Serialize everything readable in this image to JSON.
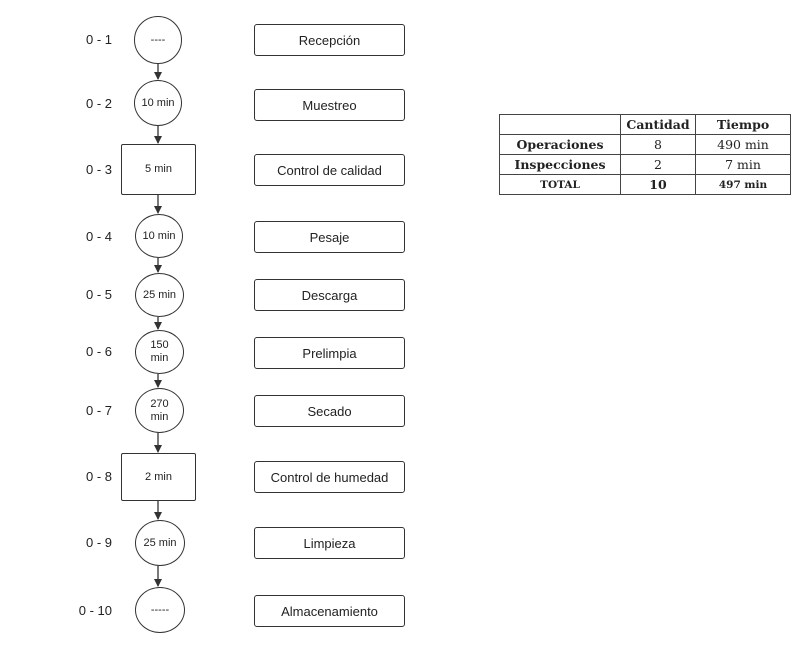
{
  "steps": [
    {
      "code": "0 - 1",
      "time": "----",
      "name": "Recepción",
      "shape": "circle"
    },
    {
      "code": "0 - 2",
      "time": "10 min",
      "name": "Muestreo",
      "shape": "circle"
    },
    {
      "code": "0 - 3",
      "time": "5 min",
      "name": "Control de calidad",
      "shape": "square"
    },
    {
      "code": "0 - 4",
      "time": "10 min",
      "name": "Pesaje",
      "shape": "circle"
    },
    {
      "code": "0 - 5",
      "time": "25 min",
      "name": "Descarga",
      "shape": "circle"
    },
    {
      "code": "0 - 6",
      "time": "150 min",
      "name": "Prelimpia",
      "shape": "circle"
    },
    {
      "code": "0 - 7",
      "time": "270 min",
      "name": "Secado",
      "shape": "circle"
    },
    {
      "code": "0 - 8",
      "time": "2 min",
      "name": "Control de humedad",
      "shape": "square"
    },
    {
      "code": "0 - 9",
      "time": "25 min",
      "name": "Limpieza",
      "shape": "circle"
    },
    {
      "code": "0 - 10",
      "time": "-----",
      "name": "Almacenamiento",
      "shape": "circle"
    }
  ],
  "summary": {
    "headers": [
      "",
      "Cantidad",
      "Tiempo"
    ],
    "rows": [
      {
        "label": "Operaciones",
        "cantidad": "8",
        "tiempo": "490 min"
      },
      {
        "label": "Inspecciones",
        "cantidad": "2",
        "tiempo": "7 min"
      },
      {
        "label": "TOTAL",
        "cantidad": "10",
        "tiempo": "497 min"
      }
    ]
  },
  "colors": {
    "stroke": "#333333",
    "background": "#ffffff"
  }
}
